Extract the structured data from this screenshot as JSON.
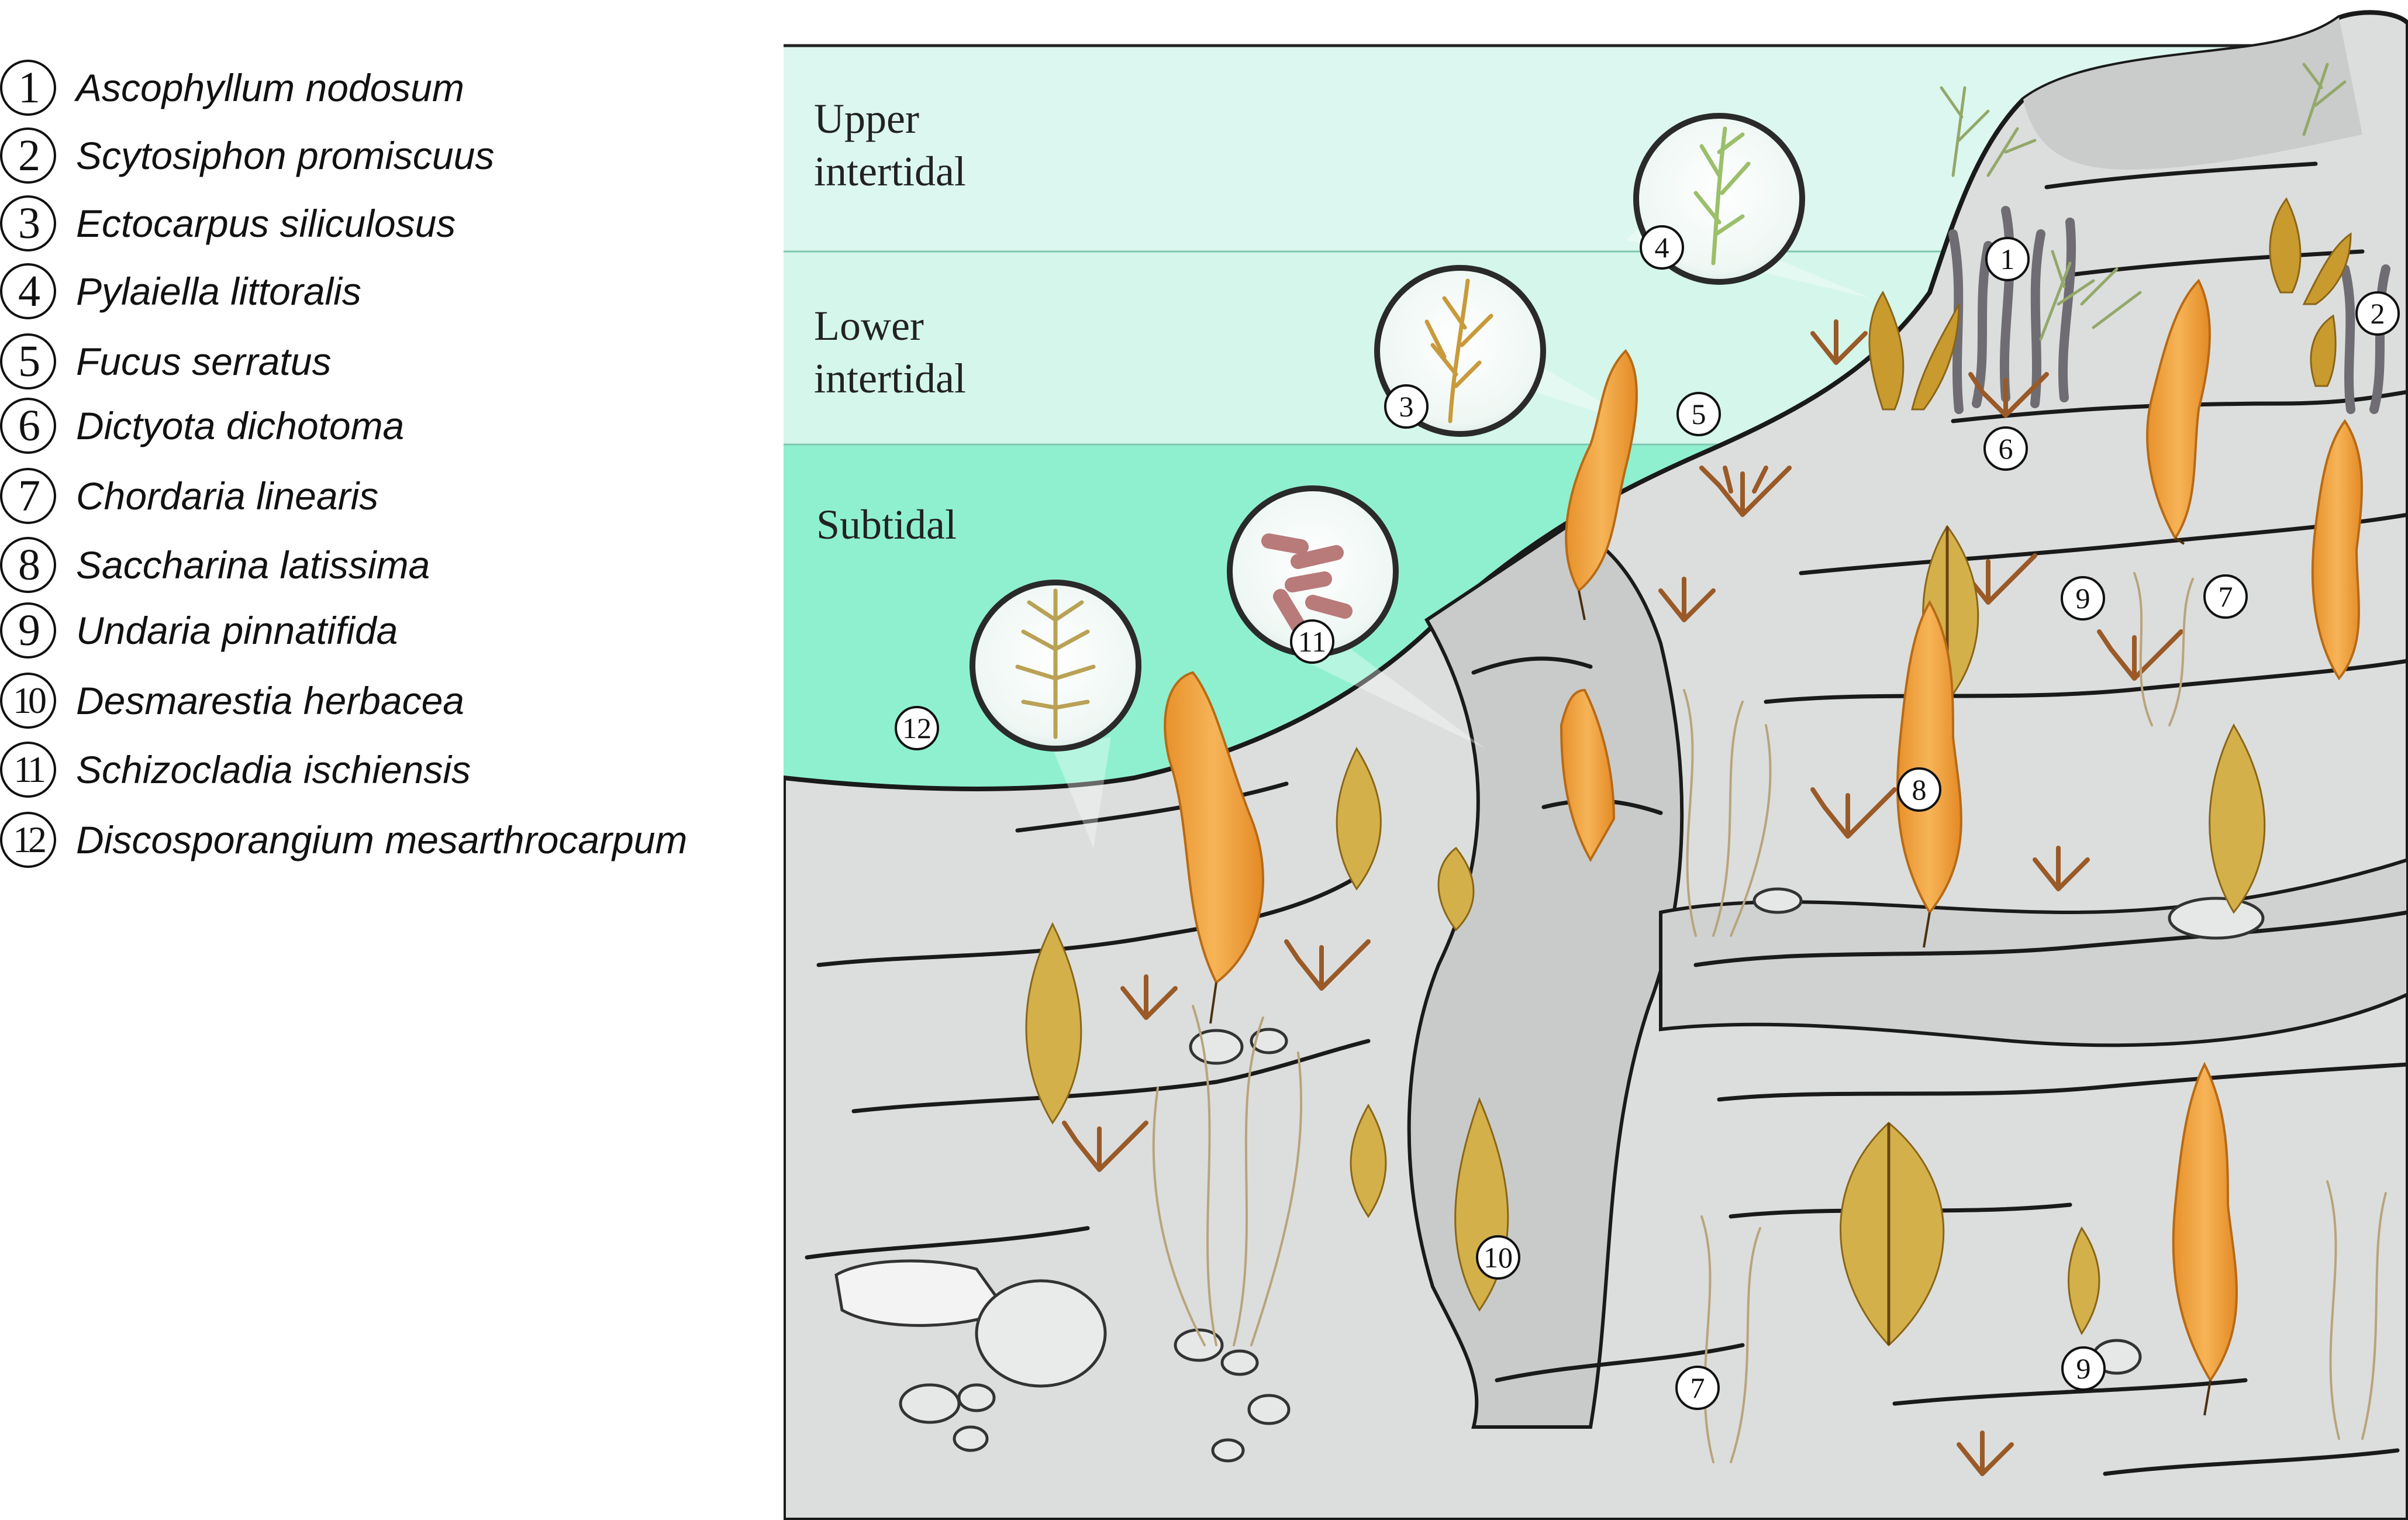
{
  "legend": [
    {
      "num": "1",
      "name": "Ascophyllum nodosum"
    },
    {
      "num": "2",
      "name": "Scytosiphon promiscuus"
    },
    {
      "num": "3",
      "name": "Ectocarpus siliculosus"
    },
    {
      "num": "4",
      "name": "Pylaiella littoralis"
    },
    {
      "num": "5",
      "name": "Fucus serratus"
    },
    {
      "num": "6",
      "name": "Dictyota dichotoma"
    },
    {
      "num": "7",
      "name": "Chordaria linearis"
    },
    {
      "num": "8",
      "name": "Saccharina latissima"
    },
    {
      "num": "9",
      "name": "Undaria pinnatifida"
    },
    {
      "num": "10",
      "name": "Desmarestia herbacea"
    },
    {
      "num": "11",
      "name": "Schizocladia ischiensis"
    },
    {
      "num": "12",
      "name": "Discosporangium mesarthrocarpum"
    }
  ],
  "zones": {
    "upper_line1": "Upper",
    "upper_line2": "intertidal",
    "lower_line1": "Lower",
    "lower_line2": "intertidal",
    "subtidal": "Subtidal"
  },
  "callouts": {
    "c1": "1",
    "c2": "2",
    "c3": "3",
    "c4": "4",
    "c5": "5",
    "c6": "6",
    "c7a": "7",
    "c7b": "7",
    "c8": "8",
    "c9a": "9",
    "c9b": "9",
    "c10": "10",
    "c11": "11",
    "c12": "12"
  },
  "colors": {
    "upper_water": "#dcf7ef",
    "lower_water": "#d2f5ea",
    "subtidal_water": "#8ff0cf",
    "rock": "#dcdedd",
    "rock_shadow": "#c6c9c8",
    "kelp": "#f0a23c",
    "fucoid": "#c99a2e",
    "dictyota": "#9a5a28",
    "ascophyllum": "#6f6d73"
  }
}
